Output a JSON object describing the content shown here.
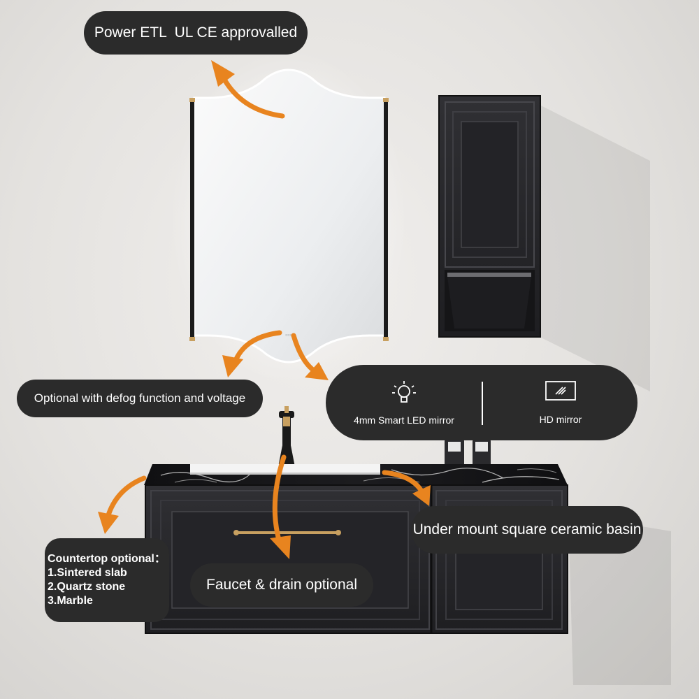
{
  "callouts": {
    "power": "Power ETL  UL CE approvalled",
    "defog": "Optional with defog function and voltage",
    "basin": "Under mount square ceramic basin",
    "faucet": "Faucet & drain optional",
    "countertop": {
      "title": "Countertop optional：",
      "options": [
        "1.Sintered slab",
        "2.Quartz stone",
        "3.Marble"
      ]
    }
  },
  "features": [
    {
      "label": "4mm Smart LED mirror",
      "icon": "lightbulb-icon"
    },
    {
      "label": "HD mirror",
      "icon": "mirror-icon"
    }
  ],
  "colors": {
    "label_background": "#2b2b2b",
    "arrow": "#e8841f",
    "cabinet": "#26262a",
    "wall": "#e6e4e1"
  }
}
